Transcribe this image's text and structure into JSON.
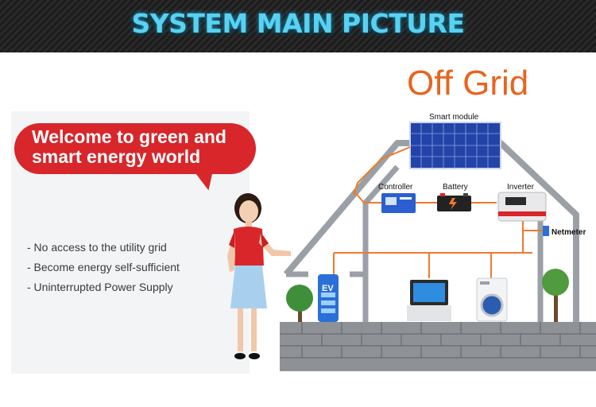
{
  "header": {
    "title": "SYSTEM MAIN PICTURE"
  },
  "mode_title": "Off Grid",
  "bubble": {
    "line1": "Welcome to green and",
    "line2": "smart energy world"
  },
  "features": [
    "- No access to the utility grid",
    "- Become energy self-sufficient",
    "- Uninterrupted Power Supply"
  ],
  "components": {
    "smart_module": "Smart module",
    "controller": "Controller",
    "battery": "Battery",
    "inverter": "Inverter",
    "netmeter": "Netmeter",
    "ev": "EV"
  },
  "colors": {
    "banner_text": "#5ad1f0",
    "mode_title": "#e8641e",
    "bubble": "#d8262a",
    "wire": "#f07a2a",
    "house": "#9aa0a6"
  }
}
